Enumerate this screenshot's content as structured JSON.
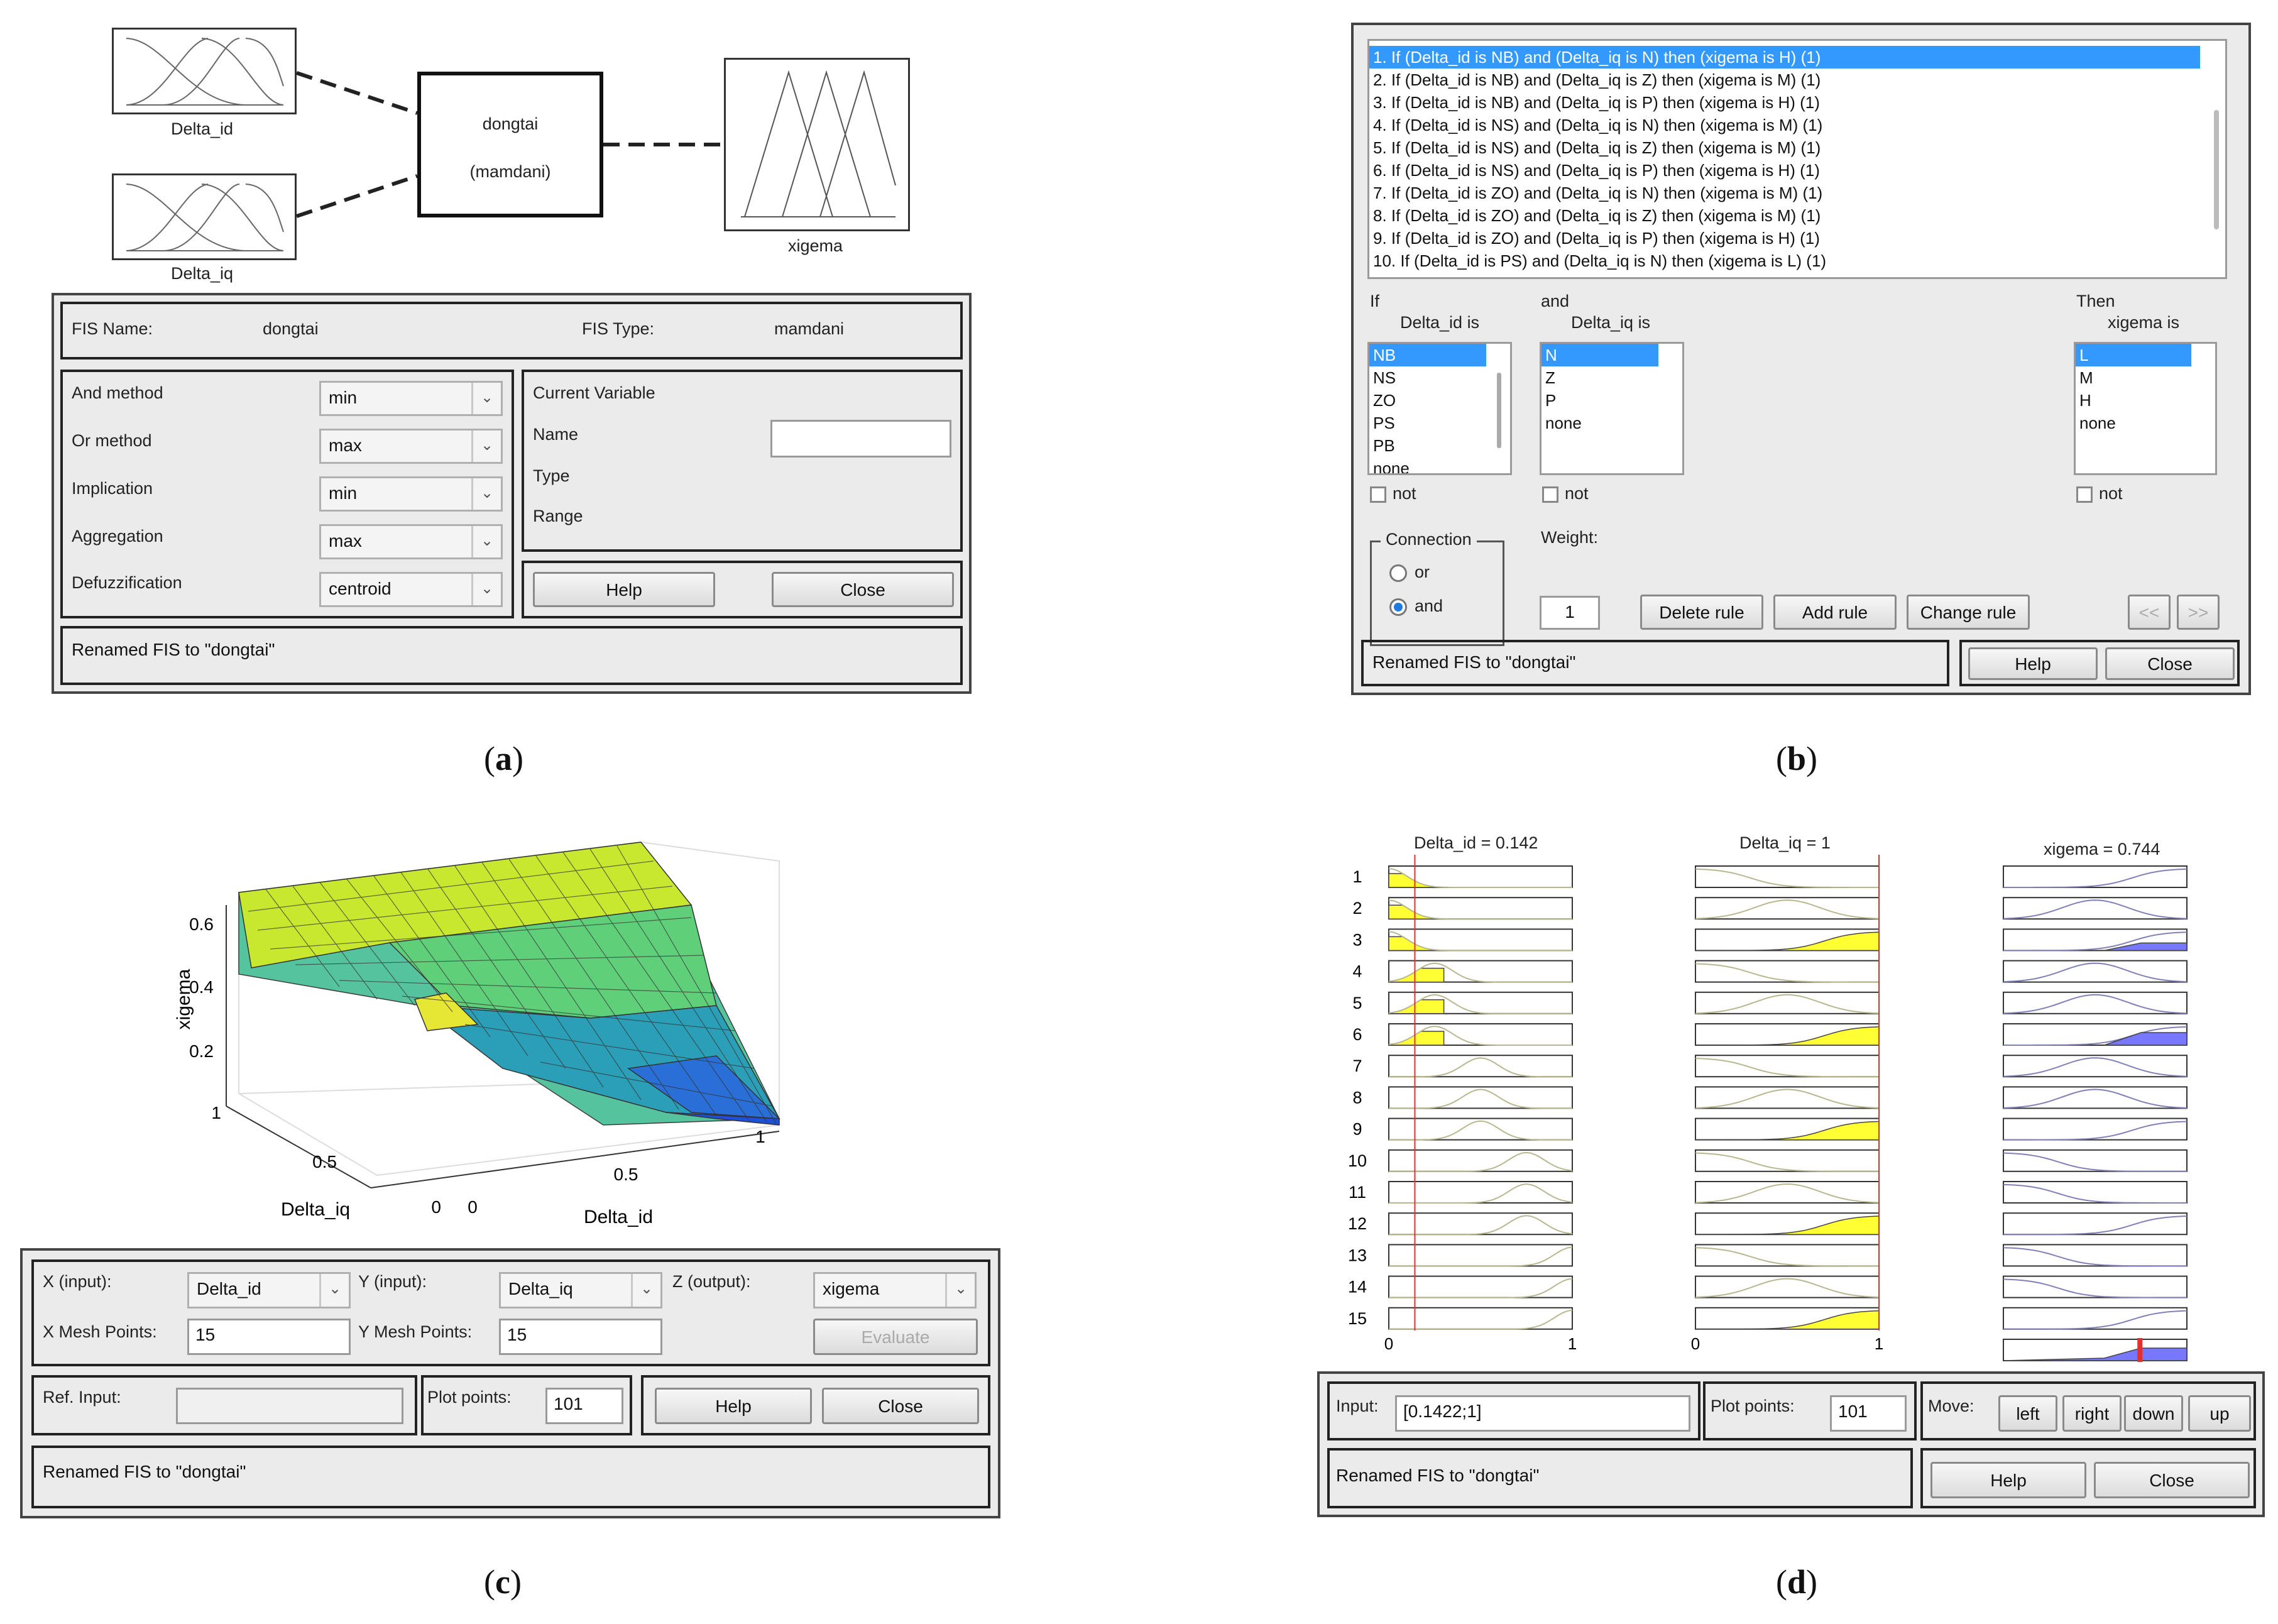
{
  "captions": {
    "a": "a",
    "b": "b",
    "c": "c",
    "d": "d"
  },
  "panel_a": {
    "inputs": [
      "Delta_id",
      "Delta_iq"
    ],
    "system_name": "dongtai",
    "system_type": "(mamdani)",
    "output": "xigema",
    "fis_name_label": "FIS Name:",
    "fis_name_value": "dongtai",
    "fis_type_label": "FIS Type:",
    "fis_type_value": "mamdani",
    "methods": [
      {
        "label": "And method",
        "value": "min"
      },
      {
        "label": "Or method",
        "value": "max"
      },
      {
        "label": "Implication",
        "value": "min"
      },
      {
        "label": "Aggregation",
        "value": "max"
      },
      {
        "label": "Defuzzification",
        "value": "centroid"
      }
    ],
    "current_variable_label": "Current Variable",
    "name_label": "Name",
    "type_label": "Type",
    "range_label": "Range",
    "help": "Help",
    "close": "Close",
    "status": "Renamed FIS to \"dongtai\""
  },
  "panel_b": {
    "rules": [
      "1. If (Delta_id is NB) and (Delta_iq is N) then (xigema is H) (1)",
      "2. If (Delta_id is NB) and (Delta_iq is Z) then (xigema is M) (1)",
      "3. If (Delta_id is NB) and (Delta_iq is P) then (xigema is H) (1)",
      "4. If (Delta_id is NS) and (Delta_iq is N) then (xigema is M) (1)",
      "5. If (Delta_id is NS) and (Delta_iq is Z) then (xigema is M) (1)",
      "6. If (Delta_id is NS) and (Delta_iq is P) then (xigema is H) (1)",
      "7. If (Delta_id is ZO) and (Delta_iq is N) then (xigema is M) (1)",
      "8. If (Delta_id is ZO) and (Delta_iq is Z) then (xigema is M) (1)",
      "9. If (Delta_id is ZO) and (Delta_iq is P) then (xigema is H) (1)",
      "10. If (Delta_id is PS) and (Delta_iq is N) then (xigema is L) (1)"
    ],
    "if_label": "If",
    "and_label": "and",
    "then_label": "Then",
    "delta_id_is": "Delta_id is",
    "delta_iq_is": "Delta_iq is",
    "xigema_is": "xigema is",
    "delta_id_terms": [
      "NB",
      "NS",
      "ZO",
      "PS",
      "PB",
      "none"
    ],
    "delta_iq_terms": [
      "N",
      "Z",
      "P",
      "none"
    ],
    "xigema_terms": [
      "L",
      "M",
      "H",
      "none"
    ],
    "not_label": "not",
    "connection_label": "Connection",
    "or_label": "or",
    "and_option": "and",
    "weight_label": "Weight:",
    "weight_value": "1",
    "delete_rule": "Delete rule",
    "add_rule": "Add rule",
    "change_rule": "Change rule",
    "prev": "<<",
    "next": ">>",
    "status": "Renamed FIS to \"dongtai\"",
    "help": "Help",
    "close": "Close"
  },
  "panel_c": {
    "zlabel": "xigema",
    "xlabel": "Delta_id",
    "ylabel": "Delta_iq",
    "z_ticks": [
      "0.6",
      "0.4",
      "0.2"
    ],
    "x_ticks": [
      "0",
      "0.5",
      "1"
    ],
    "y_ticks": [
      "1",
      "0.5",
      "0"
    ],
    "x_input_label": "X (input):",
    "x_input_value": "Delta_id",
    "y_input_label": "Y (input):",
    "y_input_value": "Delta_iq",
    "z_output_label": "Z (output):",
    "z_output_value": "xigema",
    "x_mesh_label": "X Mesh Points:",
    "x_mesh_value": "15",
    "y_mesh_label": "Y Mesh Points:",
    "y_mesh_value": "15",
    "evaluate": "Evaluate",
    "ref_input_label": "Ref. Input:",
    "plot_points_label": "Plot points:",
    "plot_points_value": "101",
    "help": "Help",
    "close": "Close",
    "status": "Renamed FIS to \"dongtai\""
  },
  "panel_d": {
    "col_titles": [
      "Delta_id = 0.142",
      "Delta_iq = 1",
      "xigema = 0.744"
    ],
    "row_numbers": [
      "1",
      "2",
      "3",
      "4",
      "5",
      "6",
      "7",
      "8",
      "9",
      "10",
      "11",
      "12",
      "13",
      "14",
      "15"
    ],
    "axis_min": "0",
    "axis_max": "1",
    "input_label": "Input:",
    "input_value": "[0.1422;1]",
    "plot_points_label": "Plot points:",
    "plot_points_value": "101",
    "move_label": "Move:",
    "left": "left",
    "right": "right",
    "down": "down",
    "up": "up",
    "help": "Help",
    "close": "Close",
    "status": "Renamed FIS to \"dongtai\"",
    "input_values": [
      0.142,
      1
    ],
    "output_value": 0.744,
    "colors": {
      "input_fill": "#ffff33",
      "output_fill": "#7777ff",
      "input_line": "#b8b890",
      "output_line": "#8080b8",
      "marker": "#e03030"
    }
  }
}
